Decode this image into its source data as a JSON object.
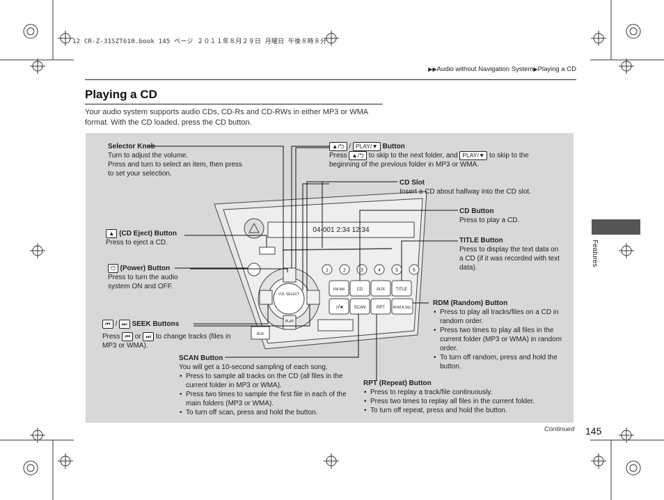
{
  "header": {
    "print_line": "12 CR-Z-31SZT610.book  145 ページ  ２０１１年８月２９日  月曜日  午後８時８分",
    "breadcrumb": [
      "Audio without Navigation System",
      "Playing a CD"
    ]
  },
  "page": {
    "title": "Playing a CD",
    "intro": "Your audio system supports audio CDs, CD-Rs and CD-RWs in either MP3 or WMA format. With the CD loaded, press the CD button.",
    "side_tab": "Features",
    "page_number": "145",
    "continued": "Continued"
  },
  "callouts": {
    "selector_knob": {
      "title": "Selector Knob",
      "line1": "Turn to adjust the volume.",
      "line2": "Press and turn to select an item, then press to set your selection."
    },
    "folder_buttons": {
      "key1": "▲/⮌",
      "sep": "/",
      "key2": "PLAY/▼",
      "title": "Button",
      "text_a": "Press",
      "text_b": "to skip to the next folder, and",
      "text_c": "to skip to the beginning of the previous folder in MP3 or WMA."
    },
    "cd_slot": {
      "title": "CD Slot",
      "text": "Insert a CD about halfway into the CD slot."
    },
    "cd_button": {
      "title": "CD Button",
      "text": "Press to play a CD."
    },
    "eject": {
      "key": "▲",
      "title": "(CD Eject) Button",
      "text": "Press to eject a CD."
    },
    "title_button": {
      "title": "TITLE Button",
      "text": "Press to display the text data on a CD (if it was recorded with text data)."
    },
    "power": {
      "key": "⏻",
      "title": "(Power) Button",
      "text": "Press to turn the audio system ON and OFF."
    },
    "rdm": {
      "title": "RDM (Random) Button",
      "bullets": [
        "Press to play all tracks/files on a CD in random order.",
        "Press two times to play all files in the current folder (MP3 or WMA) in random order.",
        "To turn off random, press and hold the button."
      ]
    },
    "seek": {
      "key1": "⏮",
      "sep": "/",
      "key2": "⏭",
      "title": "SEEK Buttons",
      "text_a": "Press",
      "text_or": "or",
      "text_b": "to change tracks (files in MP3 or WMA)."
    },
    "scan": {
      "title": "SCAN Button",
      "text": "You will get a 10-second sampling of each song.",
      "bullets": [
        "Press to sample all tracks on the CD (all files in the current folder in MP3 or WMA).",
        "Press two times to sample the first file in each of the main folders (MP3 or WMA).",
        "To turn off scan, press and hold the button."
      ]
    },
    "rpt": {
      "title": "RPT (Repeat) Button",
      "bullets": [
        "Press to replay a track/file continuously.",
        "Press two times to replay all files in the current folder.",
        "To turn off repeat, press and hold the button."
      ]
    }
  },
  "radio": {
    "display_text": "04-001  2:34  12:34",
    "buttons": {
      "fm_am": "FM AM",
      "cd": "CD",
      "aux": "AUX",
      "title": "TITLE",
      "scan": "SCAN",
      "rpt": "RPT",
      "rdm": "RDM A.SEL",
      "vol": "VOL SELECT",
      "play": "PLAY",
      "aux_port": "AUX",
      "presets": [
        "1",
        "2",
        "3",
        "4",
        "5",
        "6"
      ]
    }
  }
}
